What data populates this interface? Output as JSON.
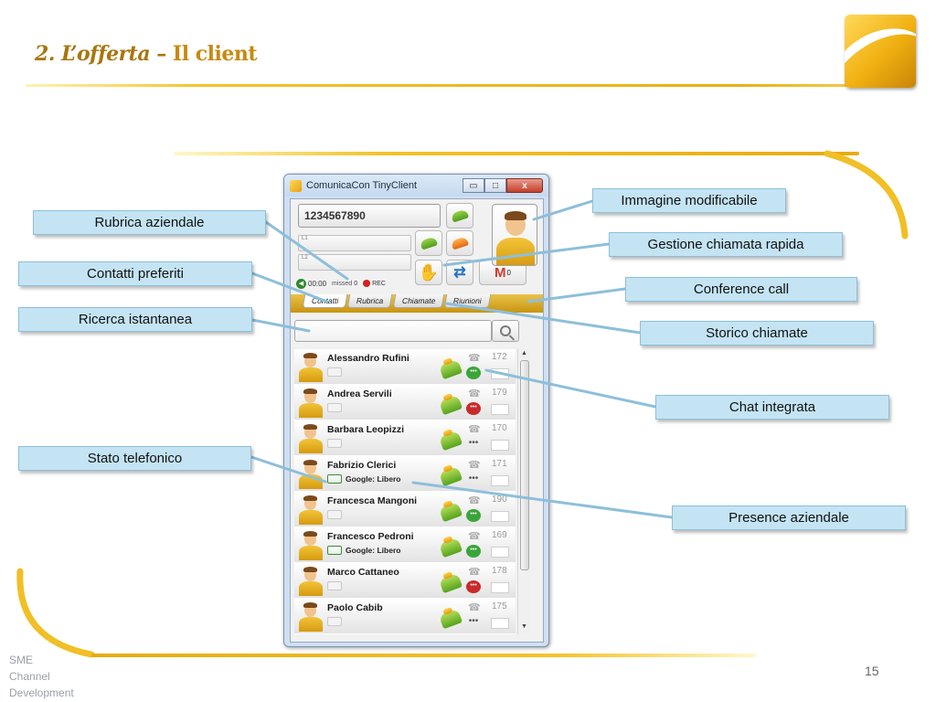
{
  "slide": {
    "title_part1": "2. L’offerta – ",
    "title_part2": "Il client",
    "footer_line1": "SME",
    "footer_line2": "Channel",
    "footer_line3": "Development",
    "page_number": "15"
  },
  "window": {
    "title": "ComunicaCon TinyClient",
    "minimize": "▭",
    "maximize": "□",
    "close": "x"
  },
  "dialer": {
    "number": "1234567890",
    "line1_label": "L1",
    "line2_label": "L2",
    "timer": "00:00",
    "missed_label": "missed",
    "missed_count": "0",
    "rec_label": "REC",
    "gmail_count": "0"
  },
  "tabs": [
    {
      "label": "Contatti"
    },
    {
      "label": "Rubrica"
    },
    {
      "label": "Chiamate"
    },
    {
      "label": "Riunioni"
    }
  ],
  "search": {
    "value": ""
  },
  "contacts": [
    {
      "name": "Alessandro Rufini",
      "presence": "",
      "ext": "172",
      "chat": "green"
    },
    {
      "name": "Andrea Servili",
      "presence": "",
      "ext": "179",
      "chat": "red"
    },
    {
      "name": "Barbara Leopizzi",
      "presence": "",
      "ext": "170",
      "chat": "grey"
    },
    {
      "name": "Fabrizio Clerici",
      "presence": "Google: Libero",
      "ext": "171",
      "chat": "grey"
    },
    {
      "name": "Francesca Mangoni",
      "presence": "",
      "ext": "190",
      "chat": "green"
    },
    {
      "name": "Francesco Pedroni",
      "presence": "Google: Libero",
      "ext": "169",
      "chat": "green"
    },
    {
      "name": "Marco Cattaneo",
      "presence": "",
      "ext": "178",
      "chat": "red"
    },
    {
      "name": "Paolo Cabib",
      "presence": "",
      "ext": "175",
      "chat": "grey"
    }
  ],
  "callouts": {
    "rubrica": "Rubrica aziendale",
    "preferiti": "Contatti preferiti",
    "ricerca": "Ricerca istantanea",
    "stato": "Stato telefonico",
    "immagine": "Immagine modificabile",
    "gestione": "Gestione chiamata rapida",
    "conference": "Conference call",
    "storico": "Storico chiamate",
    "chat": "Chat integrata",
    "presence": "Presence aziendale"
  },
  "colors": {
    "accent_gold": "#f0b010",
    "callout_bg": "#c4e4f4",
    "callout_line": "#8dbfda"
  }
}
